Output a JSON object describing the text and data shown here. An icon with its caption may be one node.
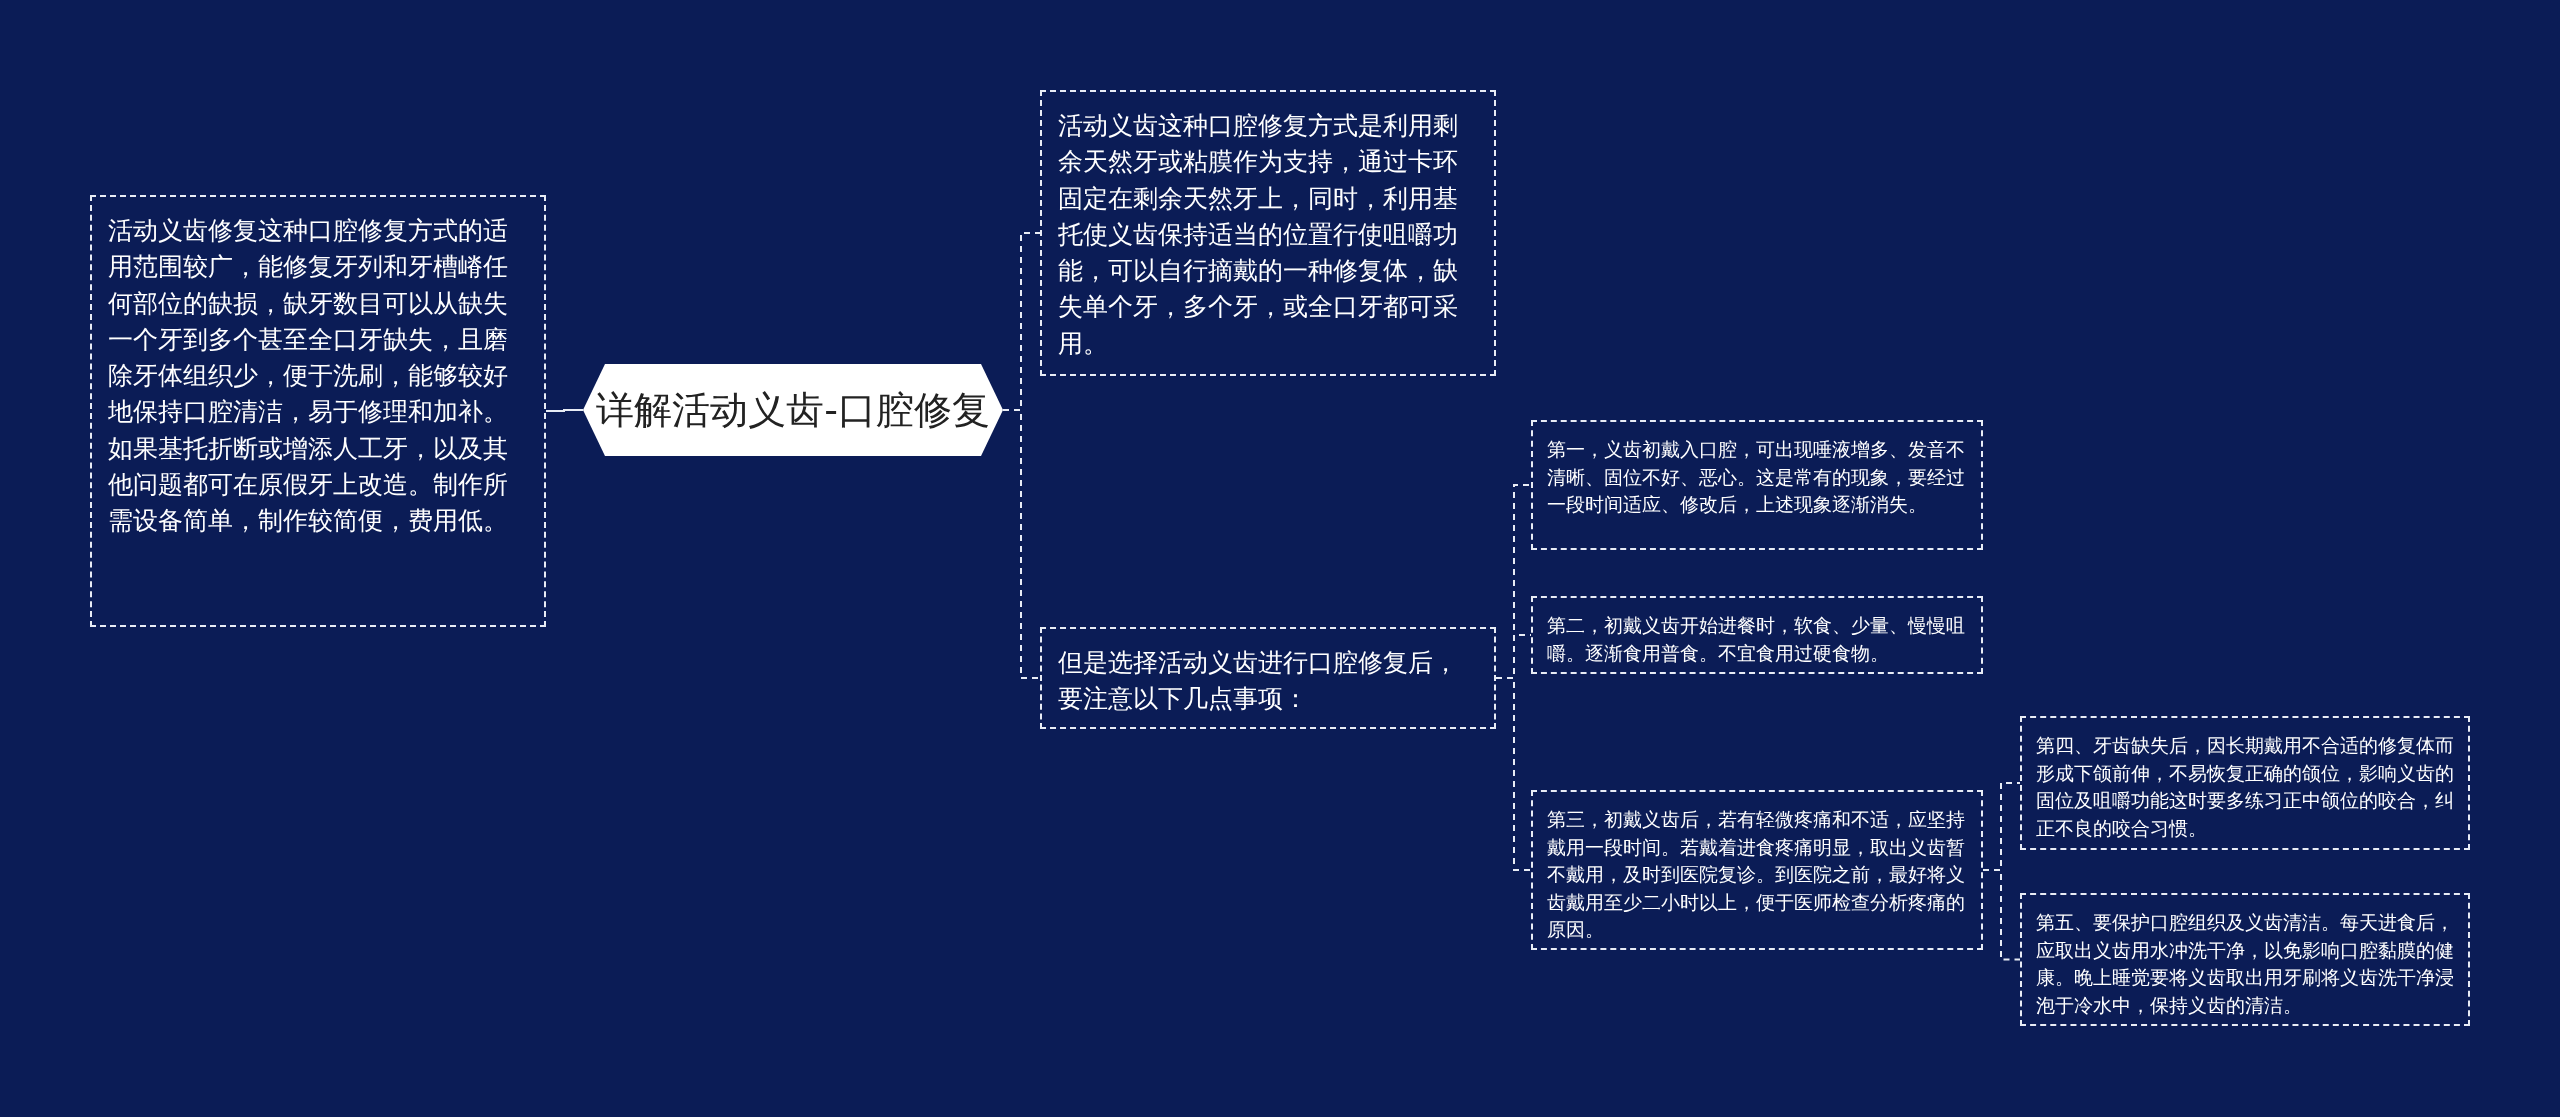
{
  "diagram": {
    "nodes": [
      {
        "text": [
          "详解活动义齿-口腔修复"
        ]
      },
      {
        "text": [
          "活动义齿修复这种口腔修复方式的适用范围较广，能修复牙列和牙槽嵴任何部位的缺损，缺牙数目可以从缺失一个牙到多个甚至全口牙缺失，且磨除牙体组织少，便于洗刷，能够较好地保持口腔清洁，易于修理和加补。如果基托折断或增添人工牙，以及其他问题都可在原假牙上改造。制作所需设备简单，制作较简便，费用低。"
        ]
      },
      {
        "text": [
          "活动义齿这种口腔修复方式是利用剩余天然牙或粘膜作为支持，通过卡环固定在剩余天然牙上，同时，利用基托使义齿保持适当的位置行使咀嚼功能，可以自行摘戴的一种修复体，缺失单个牙，多个牙，或全口牙都可采用。"
        ]
      },
      {
        "text": [
          "但是选择活动义齿进行口腔修复后，要注意以下几点事项："
        ]
      },
      {
        "text": [
          "第一，义齿初戴入口腔，可出现唾液增多、发音不清晰、固位不好、恶心。这是常有的现象，要经过一段时间适应、修改后，上述现象逐渐消失。"
        ]
      },
      {
        "text": [
          "第二，初戴义齿开始进餐时，软食、少量、慢慢咀嚼。逐渐食用普食。不宜食用过硬食物。"
        ]
      },
      {
        "text": [
          "第三，初戴义齿后，若有轻微疼痛和不适，应坚持戴用一段时间。若戴着进食疼痛明显，取出义齿暂不戴用，及时到医院复诊。到医院之前，最好将义齿戴用至少二小时以上，便于医师检查分析疼痛的原因。"
        ]
      },
      {
        "text": [
          "第四、牙齿缺失后，因长期戴用不合适的修复体而形成下颌前伸，不易恢复正确的颌位，影响义齿的固位及咀嚼功能这时要多练习正中颌位的咬合，纠正不良的咬合习惯。"
        ]
      },
      {
        "text": [
          "第五、要保护口腔组织及义齿清洁。每天进食后，应取出义齿用水冲洗干净，以免影响口腔黏膜的健康。晚上睡觉要将义齿取出用牙刷将义齿洗干净浸泡于冷水中，保持义齿的清洁。"
        ]
      }
    ],
    "edges": [
      {
        "from": 0,
        "to": 1,
        "arrow": "none"
      },
      {
        "from": 0,
        "to": 2,
        "arrow": "none",
        "style": "dashed"
      },
      {
        "from": 0,
        "to": 3,
        "arrow": "none",
        "style": "dashed"
      },
      {
        "from": 3,
        "to": 4,
        "arrow": "none",
        "style": "dashed"
      },
      {
        "from": 3,
        "to": 5,
        "arrow": "none",
        "style": "dashed"
      },
      {
        "from": 3,
        "to": 6,
        "arrow": "none",
        "style": "dashed"
      },
      {
        "from": 6,
        "to": 7,
        "arrow": "none",
        "style": "dashed"
      },
      {
        "from": 6,
        "to": 8,
        "arrow": "none",
        "style": "dashed"
      }
    ]
  }
}
